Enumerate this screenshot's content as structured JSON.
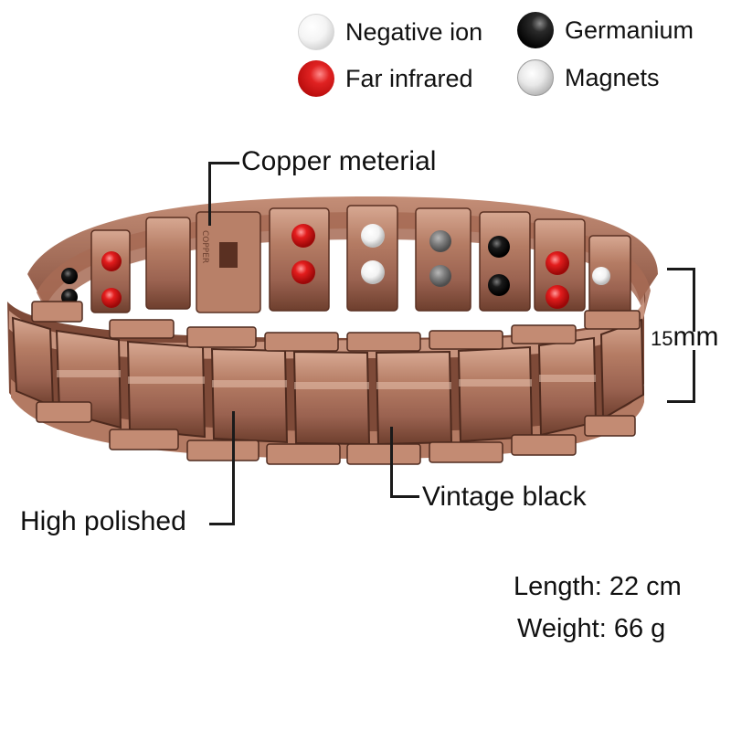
{
  "legend": {
    "items": [
      {
        "key": "negative_ion",
        "label": "Negative ion",
        "color": "#ffffff",
        "icon": "white-bead-icon"
      },
      {
        "key": "germanium",
        "label": "Germanium",
        "color": "#111111",
        "icon": "black-bead-icon"
      },
      {
        "key": "far_infrared",
        "label": "Far infrared",
        "color": "#d81e1e",
        "icon": "red-bead-icon"
      },
      {
        "key": "magnets",
        "label": "Magnets",
        "color": "#bdbdbd",
        "icon": "silver-bead-icon"
      }
    ]
  },
  "callouts": {
    "material": "Copper meterial",
    "finish_polished": "High polished",
    "finish_vintage": "Vintage black",
    "width_value": "15",
    "width_unit": "mm"
  },
  "specs": {
    "length": "Length: 22 cm",
    "weight": "Weight: 66 g"
  },
  "product": {
    "engraving": "COPPER",
    "colors": {
      "copper_light": "#c9977f",
      "copper_mid": "#a86e56",
      "copper_dark": "#6e3f2e"
    }
  }
}
